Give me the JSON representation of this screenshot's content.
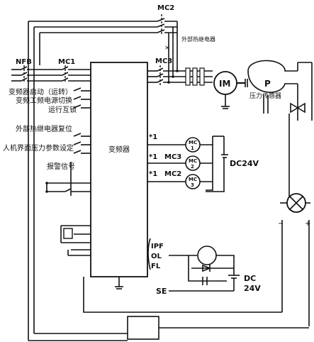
{
  "labels": {
    "nfb": "NFB",
    "mc1_top": "MC1",
    "mc2_top": "MC2",
    "mc3_top": "MC3",
    "ext_relay_top": "外部热继电器",
    "motor": "IM",
    "pump": "P",
    "pressure_sensor": "压力传感器",
    "inv_start": "变频器启动（运转）",
    "inv_power_switch": "变频工频电源切换",
    "run_interlock": "运行互锁",
    "ext_relay_reset": "外部热继电器复位",
    "hmi_pressure": "人机界面压力参数设定",
    "alarm_signal": "报警信号",
    "inverter": "变频器",
    "star1": "*1",
    "star2": "*1",
    "star3": "*1",
    "mc3_mid": "MC3",
    "mc2_mid": "MC2",
    "coil_mc1": "MC\n1",
    "coil_mc2": "MC\n2",
    "coil_mc3": "MC\n3",
    "dc24v_right": "DC24V",
    "ipf": "IPF",
    "ol": "OL",
    "fl": "FL",
    "se": "SE",
    "dc": "DC",
    "v24": "24V",
    "plus": "+",
    "minus": "−"
  }
}
